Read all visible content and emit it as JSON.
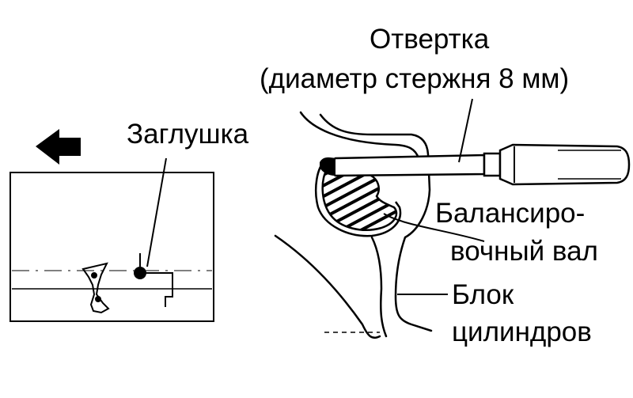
{
  "labels": {
    "screwdriver_line1": "Отвертка",
    "screwdriver_line2": "(диаметр стержня 8 мм)",
    "plug": "Заглушка",
    "balance_shaft_line1": "Балансиро-",
    "balance_shaft_line2": "вочный вал",
    "block_line1": "Блок",
    "block_line2": "цилиндров"
  },
  "icons": {
    "direction_arrow": "arrow-left-icon"
  },
  "colors": {
    "ink": "#000000",
    "paper": "#ffffff"
  }
}
